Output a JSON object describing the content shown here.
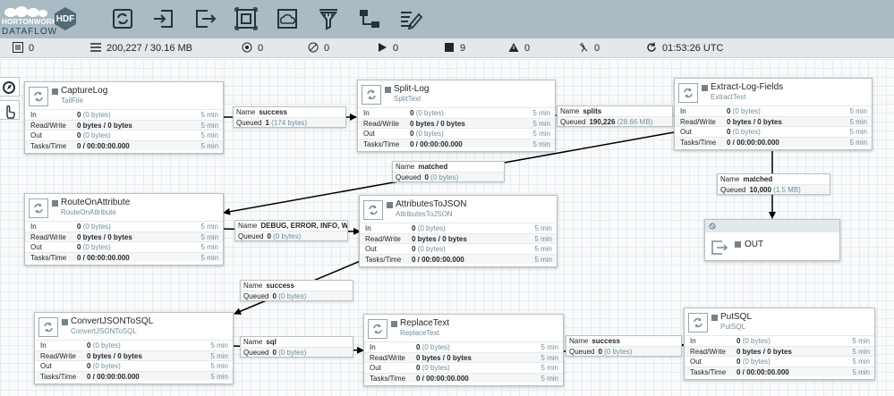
{
  "app": {
    "brand": "HORTONWORKS",
    "product": "DATAFLOW",
    "badge": "HDF"
  },
  "toolbar": {
    "tools": [
      "processor-icon",
      "input-port-icon",
      "output-port-icon",
      "process-group-icon",
      "remote-process-group-icon",
      "funnel-icon",
      "template-icon",
      "label-icon"
    ]
  },
  "status": {
    "active_threads": "0",
    "queued": "200,227 / 30.16 MB",
    "transmitting": "0",
    "not_transmitting": "0",
    "running": "0",
    "stopped": "9",
    "invalid": "0",
    "disabled": "0",
    "last_refresh": "01:53:26 UTC"
  },
  "processors": [
    {
      "name": "CaptureLog",
      "type": "TailFile",
      "in": "0",
      "in_u": "(0 bytes)",
      "rw": "0 bytes / 0 bytes",
      "out": "0",
      "out_u": "(0 bytes)",
      "tasks": "0 / 00:00:00.000",
      "window": "5 min"
    },
    {
      "name": "Split-Log",
      "type": "SplitText",
      "in": "0",
      "in_u": "(0 bytes)",
      "rw": "0 bytes / 0 bytes",
      "out": "0",
      "out_u": "(0 bytes)",
      "tasks": "0 / 00:00:00.000",
      "window": "5 min"
    },
    {
      "name": "Extract-Log-Fields",
      "type": "ExtractText",
      "in": "0",
      "in_u": "(0 bytes)",
      "rw": "0 bytes / 0 bytes",
      "out": "0",
      "out_u": "(0 bytes)",
      "tasks": "0 / 00:00:00.000",
      "window": "5 min"
    },
    {
      "name": "RouteOnAttribute",
      "type": "RouteOnAttribute",
      "in": "0",
      "in_u": "(0 bytes)",
      "rw": "0 bytes / 0 bytes",
      "out": "0",
      "out_u": "(0 bytes)",
      "tasks": "0 / 00:00:00.000",
      "window": "5 min"
    },
    {
      "name": "AttributesToJSON",
      "type": "AttributesToJSON",
      "in": "0",
      "in_u": "(0 bytes)",
      "rw": "0 bytes / 0 bytes",
      "out": "0",
      "out_u": "(0 bytes)",
      "tasks": "0 / 00:00:00.000",
      "window": "5 min"
    },
    {
      "name": "ConvertJSONToSQL",
      "type": "ConvertJSONToSQL",
      "in": "0",
      "in_u": "(0 bytes)",
      "rw": "0 bytes / 0 bytes",
      "out": "0",
      "out_u": "(0 bytes)",
      "tasks": "0 / 00:00:00.000",
      "window": "5 min"
    },
    {
      "name": "ReplaceText",
      "type": "ReplaceText",
      "in": "0",
      "in_u": "(0 bytes)",
      "rw": "0 bytes / 0 bytes",
      "out": "0",
      "out_u": "(0 bytes)",
      "tasks": "0 / 00:00:00.000",
      "window": "5 min"
    },
    {
      "name": "PutSQL",
      "type": "PutSQL",
      "in": "0",
      "in_u": "(0 bytes)",
      "rw": "0 bytes / 0 bytes",
      "out": "0",
      "out_u": "(0 bytes)",
      "tasks": "0 / 00:00:00.000",
      "window": "5 min"
    }
  ],
  "row_labels": {
    "in": "In",
    "rw": "Read/Write",
    "out": "Out",
    "tasks": "Tasks/Time"
  },
  "connections": [
    {
      "name": "success",
      "queued": "1",
      "queued_u": "(174 bytes)"
    },
    {
      "name": "splits",
      "queued": "190,226",
      "queued_u": "(28.66 MB)"
    },
    {
      "name": "matched",
      "queued": "0",
      "queued_u": "(0 bytes)"
    },
    {
      "name": "matched",
      "queued": "10,000",
      "queued_u": "(1.5 MB)"
    },
    {
      "name": "DEBUG, ERROR, INFO, W...",
      "queued": "0",
      "queued_u": "(0 bytes)"
    },
    {
      "name": "success",
      "queued": "0",
      "queued_u": "(0 bytes)"
    },
    {
      "name": "sql",
      "queued": "0",
      "queued_u": "(0 bytes)"
    },
    {
      "name": "success",
      "queued": "0",
      "queued_u": "(0 bytes)"
    }
  ],
  "conn_labels": {
    "name": "Name",
    "queued": "Queued"
  },
  "output_port": {
    "name": "OUT"
  }
}
